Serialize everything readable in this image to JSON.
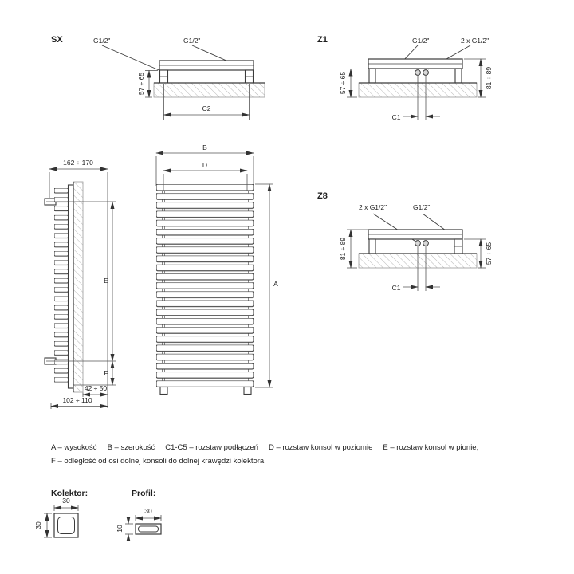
{
  "colors": {
    "line": "#3b3b3b",
    "dim_line": "#555555",
    "hatch": "#b8b8b8"
  },
  "page": {
    "title_sx": "SX",
    "title_z1": "Z1",
    "title_z8": "Z8"
  },
  "sx": {
    "conn_left": "G1/2\"",
    "conn_right": "G1/2\"",
    "dim_wall": "57 ÷ 65",
    "dim_span": "C2"
  },
  "z1": {
    "conn_single": "G1/2\"",
    "conn_double": "2 x G1/2\"",
    "dim_wall_left": "57 ÷ 65",
    "dim_wall_right": "81 ÷ 89",
    "dim_span": "C1"
  },
  "z8": {
    "conn_double": "2 x G1/2\"",
    "conn_single": "G1/2\"",
    "dim_wall_left": "81 ÷ 89",
    "dim_wall_right": "57 ÷ 65",
    "dim_span": "C1"
  },
  "side_view": {
    "dim_depth": "162 ÷ 170",
    "dim_e": "E",
    "dim_f": "F",
    "dim_offset1": "42 ÷ 50",
    "dim_offset2": "102 ÷ 110"
  },
  "front_view": {
    "dim_b": "B",
    "dim_d": "D",
    "dim_a": "A"
  },
  "legend": {
    "items": [
      "A – wysokość",
      "B – szerokość",
      "C1-C5 – rozstaw podłączeń",
      "D – rozstaw konsol w poziomie",
      "E – rozstaw konsol w pionie,"
    ],
    "line2": "F – odległość od osi dolnej konsoli do dolnej krawędzi kolektora"
  },
  "kolektor": {
    "title": "Kolektor:",
    "dim_width": "30",
    "dim_height": "30"
  },
  "profil": {
    "title": "Profil:",
    "dim_width": "30",
    "dim_height": "10"
  }
}
